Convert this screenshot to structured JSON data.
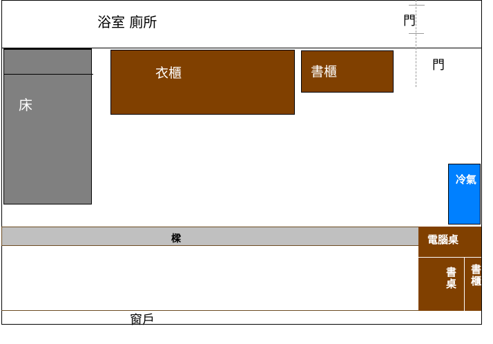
{
  "rooms": {
    "bathroom": "浴室 廁所",
    "door_top": "門",
    "door_side": "門",
    "window": "窗戶"
  },
  "furniture": {
    "bed": "床",
    "wardrobe": "衣櫃",
    "bookcase": "書櫃",
    "air_conditioner": "冷氣",
    "beam": "樑",
    "computer_desk": "電腦桌",
    "desk": "書\n桌",
    "bookcase_small": "書\n櫃"
  },
  "colors": {
    "furniture": "#804000",
    "bed": "#808080",
    "beam": "#c0c0c0",
    "ac": "#0080ff"
  }
}
